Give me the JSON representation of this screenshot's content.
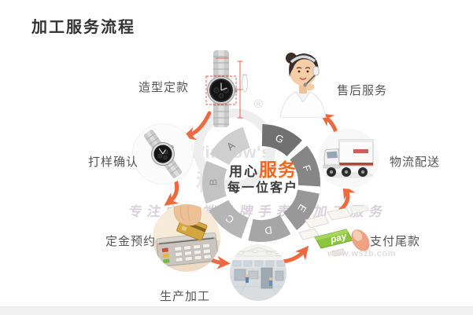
{
  "page": {
    "title": "加工服务流程"
  },
  "diagram": {
    "center": {
      "line1_part1": "用心",
      "line1_part2": "服务",
      "line2": "每一位客户"
    },
    "ring_letters": [
      "A",
      "B",
      "C",
      "D",
      "E",
      "F",
      "G"
    ],
    "steps": [
      {
        "id": "styling",
        "label": "造型定款",
        "image": "watch-design-icon"
      },
      {
        "id": "sample",
        "label": "打样确认",
        "image": "watch-sample-icon"
      },
      {
        "id": "deposit",
        "label": "定金预约",
        "image": "pos-card-icon"
      },
      {
        "id": "production",
        "label": "生产加工",
        "image": "factory-icon"
      },
      {
        "id": "balance",
        "label": "支付尾款",
        "image": "pay-key-icon"
      },
      {
        "id": "delivery",
        "label": "物流配送",
        "image": "truck-icon"
      },
      {
        "id": "aftersales",
        "label": "售后服务",
        "image": "customer-service-icon"
      }
    ],
    "pay_key_label": "pay",
    "colors": {
      "accent_orange": "#f2671c",
      "arrow_orange": "#ec6a3e",
      "segment_dark": "#717171",
      "segment_light": "#cfcfcf"
    }
  },
  "watermark": {
    "brand": "Window's",
    "brand_sup": "CW",
    "registered": "®",
    "cn_char": "稳",
    "tagline": "专注中高端品牌手表代加工服务",
    "site": "www.wszb.com"
  }
}
